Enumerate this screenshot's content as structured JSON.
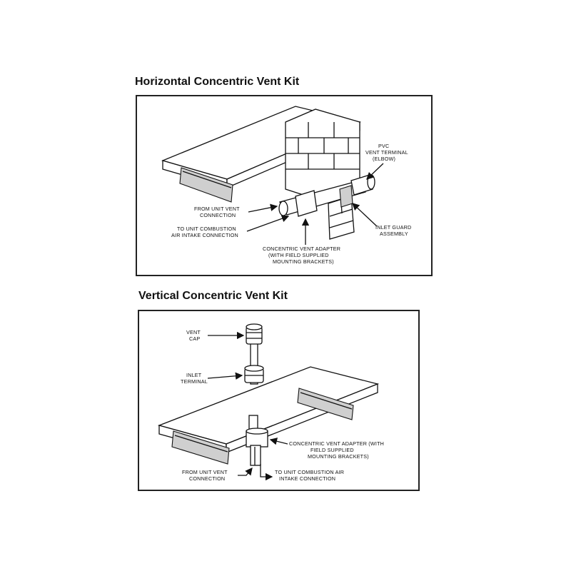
{
  "horizontal": {
    "title": "Horizontal Concentric Vent Kit",
    "labels": {
      "pvc_1": "PVC",
      "pvc_2": "VENT TERMINAL",
      "pvc_3": "(ELBOW)",
      "from_vent_1": "FROM UNIT VENT",
      "from_vent_2": "CONNECTION",
      "to_intake_1": "TO UNIT COMBUSTION",
      "to_intake_2": "AIR INTAKE CONNECTION",
      "inlet_guard_1": "INLET GUARD",
      "inlet_guard_2": "ASSEMBLY",
      "adapter_1": "CONCENTRIC VENT ADAPTER",
      "adapter_2": "(WITH FIELD SUPPLIED",
      "adapter_3": "MOUNTING BRACKETS)"
    }
  },
  "vertical": {
    "title": "Vertical Concentric Vent Kit",
    "labels": {
      "vent_cap_1": "VENT",
      "vent_cap_2": "CAP",
      "inlet_term_1": "INLET",
      "inlet_term_2": "TERMINAL",
      "adapter_1": "CONCENTRIC VENT ADAPTER (WITH",
      "adapter_2": "FIELD SUPPLIED",
      "adapter_3": "MOUNTING BRACKETS)",
      "from_vent_1": "FROM UNIT VENT",
      "from_vent_2": "CONNECTION",
      "to_intake_1": "TO UNIT COMBUSTION AIR",
      "to_intake_2": "INTAKE CONNECTION"
    }
  }
}
